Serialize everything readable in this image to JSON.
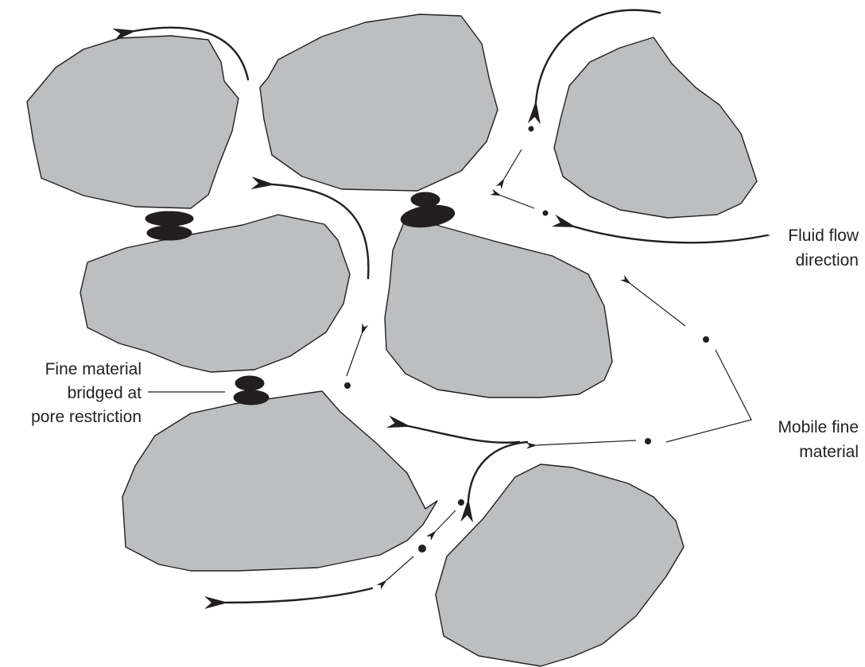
{
  "labels": {
    "fluid_flow_line1": "Fluid flow",
    "fluid_flow_line2": "direction",
    "mobile_fine_line1": "Mobile fine",
    "mobile_fine_line2": "material",
    "bridged_line1": "Fine material",
    "bridged_line2": "bridged at",
    "bridged_line3": "pore restriction"
  },
  "colors": {
    "grain": "#bcbec0",
    "fine_material": "#231f20",
    "line": "#231f20",
    "background": "#ffffff"
  }
}
